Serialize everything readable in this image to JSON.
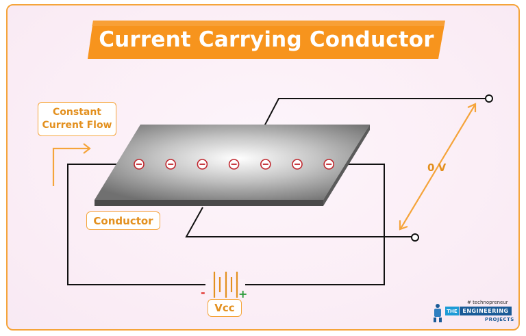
{
  "title": "Current Carrying Conductor",
  "labels": {
    "current_flow_line1": "Constant",
    "current_flow_line2": "Current Flow",
    "conductor": "Conductor",
    "voltage": "0 V",
    "battery": "Vcc",
    "minus": "-",
    "plus": "+"
  },
  "electron_symbol": "⊖",
  "electron_count": 7,
  "logo": {
    "tagline": "# technopreneur",
    "the": "THE",
    "engineering": "ENGINEERING",
    "projects": "PROJECTS"
  },
  "colors": {
    "accent": "#f5a43a",
    "label_text": "#e3901f",
    "wire": "#111111",
    "electron": "#c0262d",
    "minus": "#e0302a",
    "plus": "#2a9a3a"
  }
}
